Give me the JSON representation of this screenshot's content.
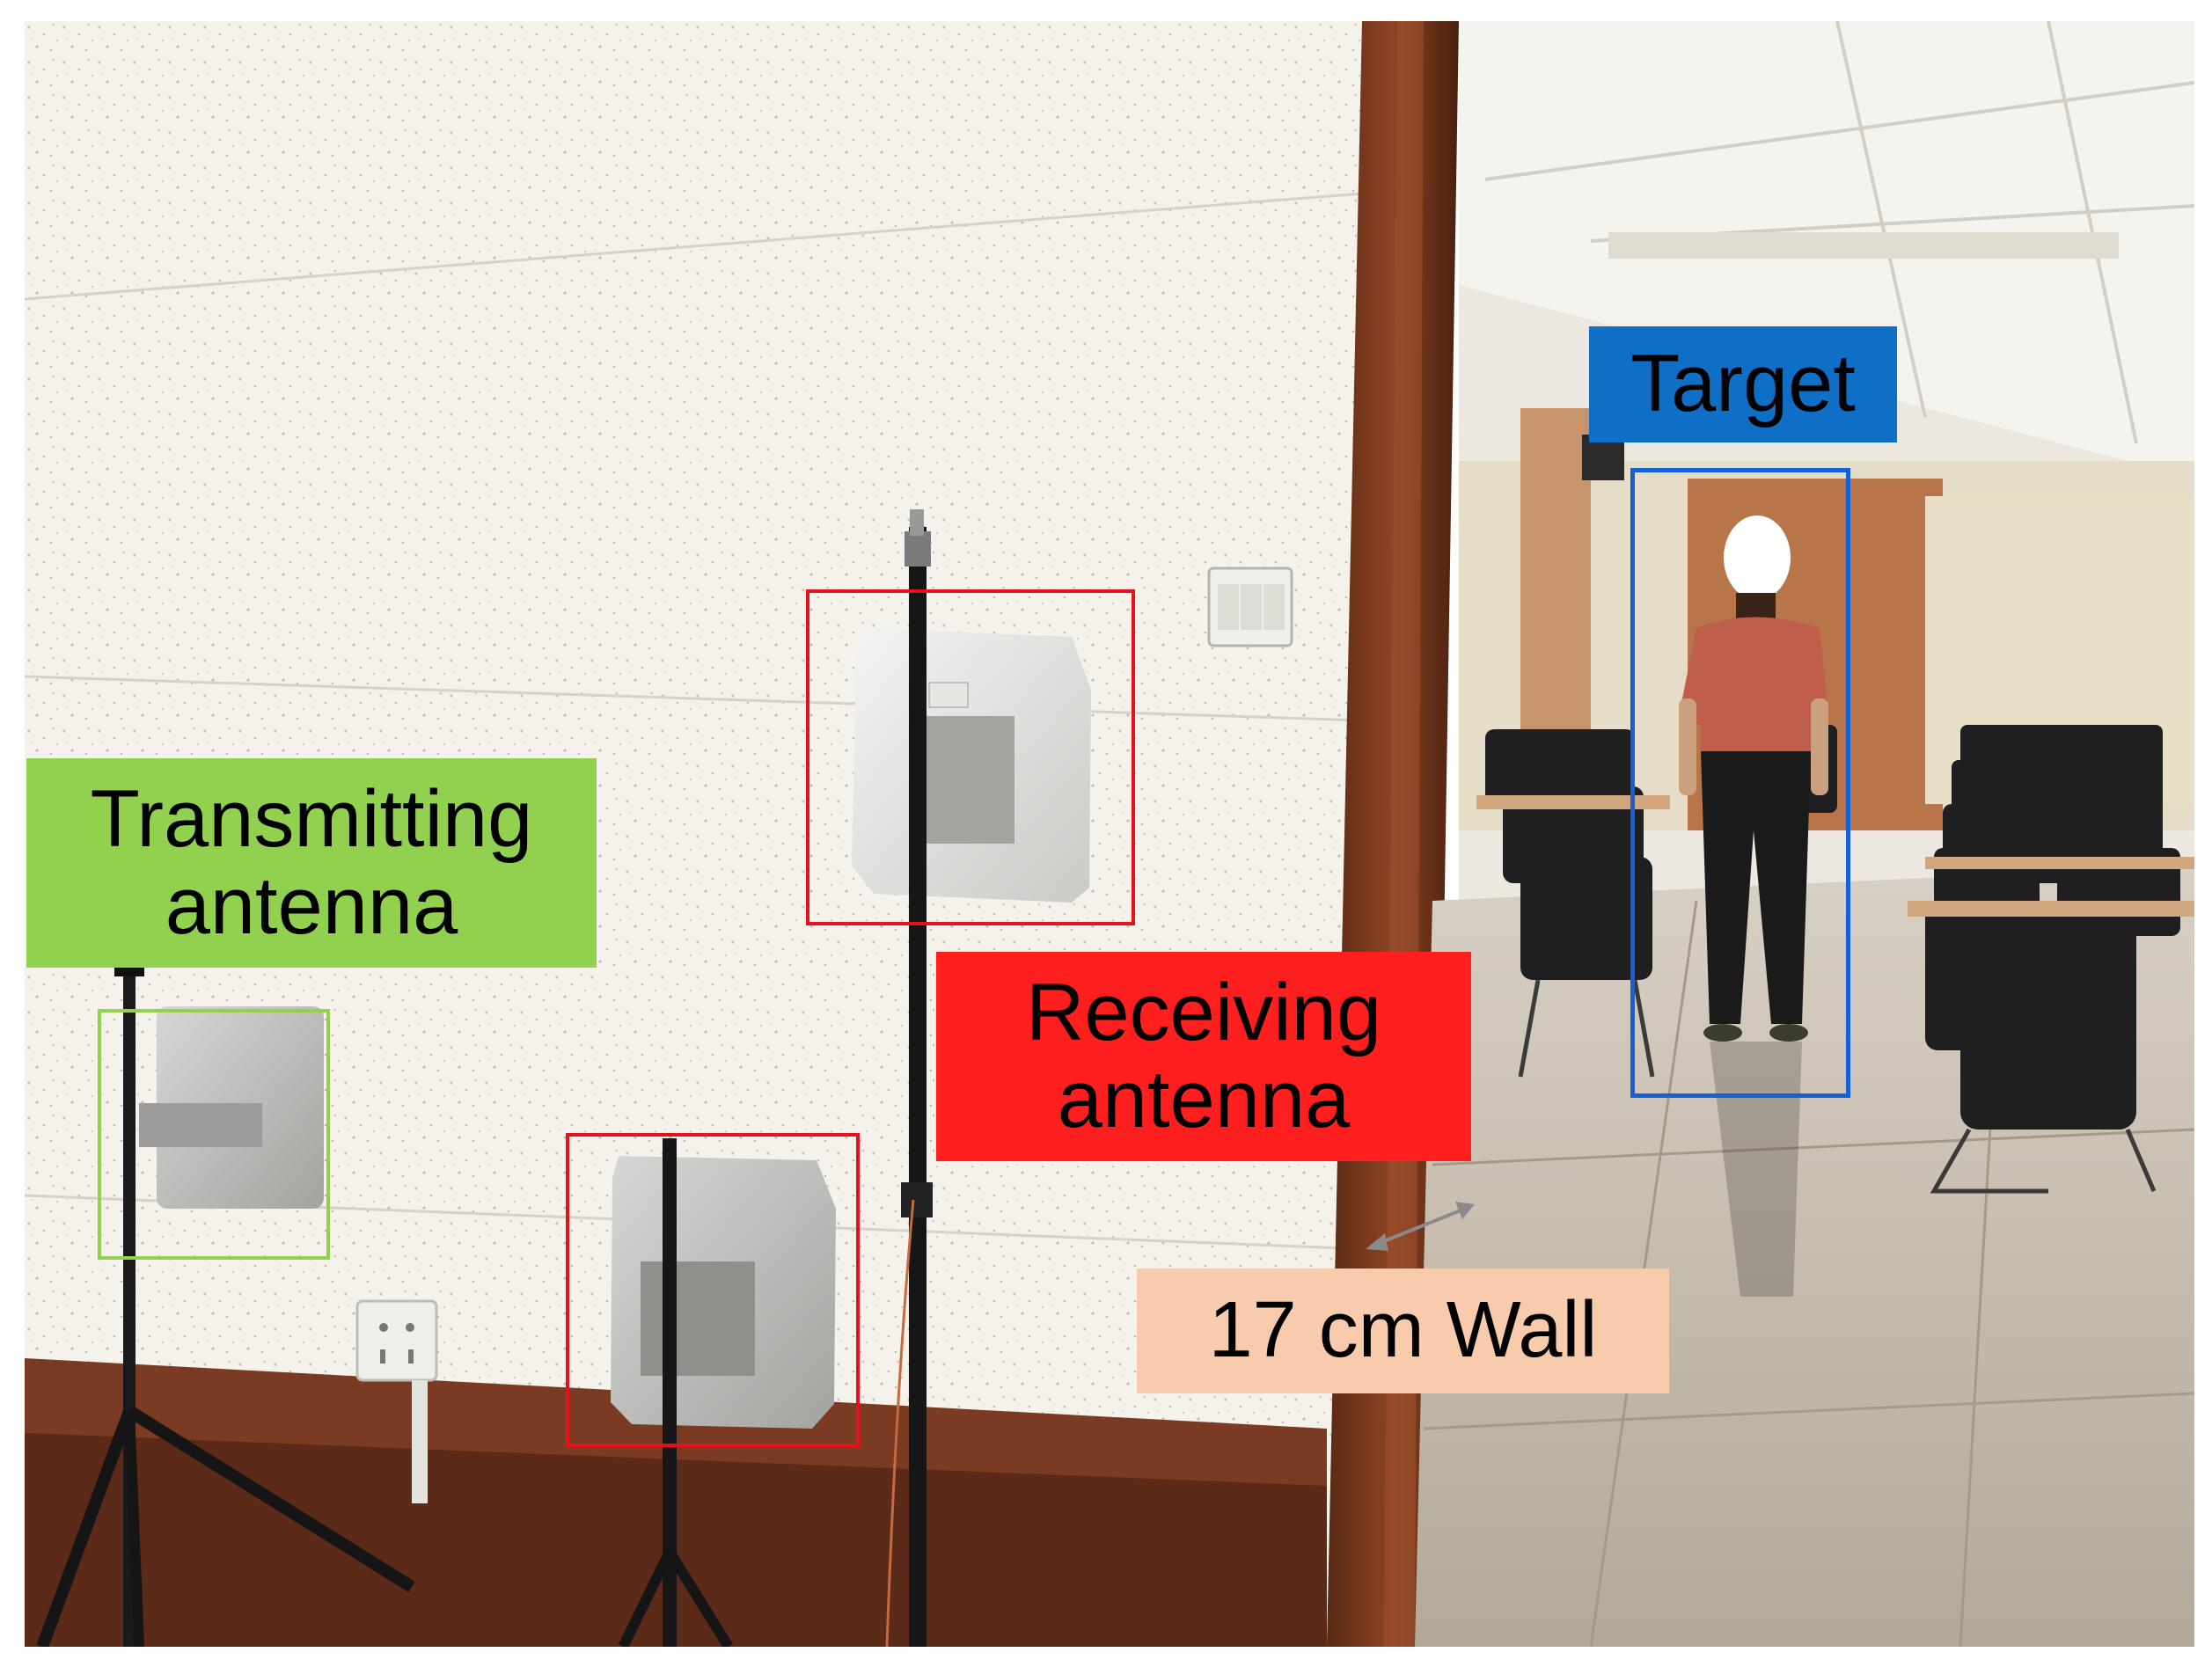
{
  "labels": {
    "transmitting_line1": "Transmitting",
    "transmitting_line2": "antenna",
    "receiving_line1": "Receiving",
    "receiving_line2": "antenna",
    "target": "Target",
    "wall": "17 cm Wall"
  },
  "colors": {
    "transmitting_label_bg": "#92d050",
    "transmitting_box": "#92d050",
    "receiving_label_bg": "#ff1f1f",
    "receiving_box": "#e8101a",
    "target_label_bg": "#0f6fc6",
    "target_box": "#1560d8",
    "wall_label_bg": "#f8cbad"
  }
}
